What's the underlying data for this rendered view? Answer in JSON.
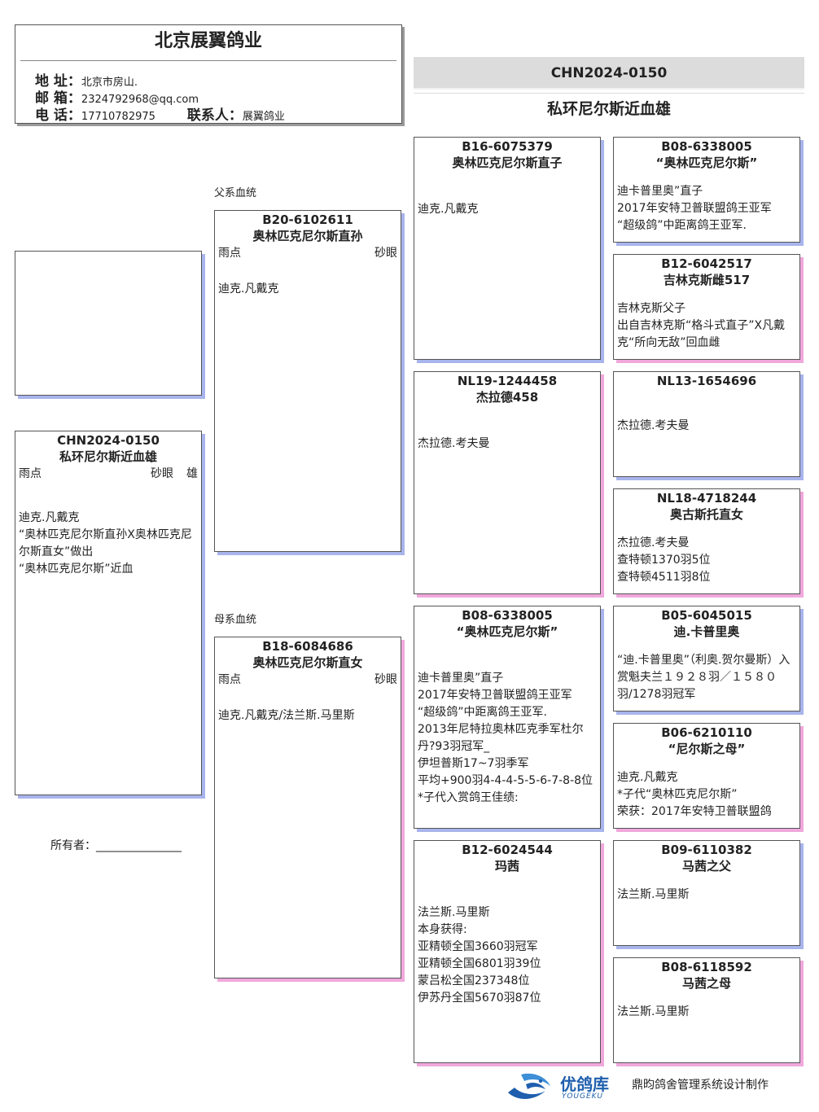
{
  "header": {
    "company": "北京展翼鸽业",
    "address_label": "地 址：",
    "address": "北京市房山.",
    "email_label": "邮 箱：",
    "email": "2324792968@qq.com",
    "phone_label": "电 话：",
    "phone": "17710782975",
    "contact_label": "联系人：",
    "contact": "展翼鸽业"
  },
  "title": {
    "ring": "CHN2024-0150",
    "name": "私环尼尔斯近血雄"
  },
  "labels": {
    "sire_line": "父系血统",
    "dam_line": "母系血统",
    "owner": "所有者：_______________"
  },
  "subject": {
    "ring": "CHN2024-0150",
    "name": "私环尼尔斯近血雄",
    "color": "雨点",
    "eye": "砂眼",
    "sex": "雄",
    "notes": [
      "迪克.凡戴克",
      "“奥林匹克尼尔斯直孙X奥林匹克尼尔斯直女”做出",
      "“奥林匹克尼尔斯”近血"
    ]
  },
  "sire": {
    "ring": "B20-6102611",
    "name": "奥林匹克尼尔斯直孙",
    "color": "雨点",
    "eye": "砂眼",
    "notes": [
      "迪克.凡戴克"
    ]
  },
  "dam": {
    "ring": "B18-6084686",
    "name": "奥林匹克尼尔斯直女",
    "color": "雨点",
    "eye": "砂眼",
    "notes": [
      "迪克.凡戴克/法兰斯.马里斯"
    ]
  },
  "gp": [
    {
      "ring": "B16-6075379",
      "name": "奥林匹克尼尔斯直子",
      "notes": [
        "迪克.凡戴克"
      ]
    },
    {
      "ring": "NL19-1244458",
      "name": "杰拉德458",
      "notes": [
        "杰拉德.考夫曼"
      ]
    },
    {
      "ring": "B08-6338005",
      "name": "“奥林匹克尼尔斯”",
      "notes": [
        "迪卡普里奥”直子",
        "2017年安特卫普联盟鸽王亚军",
        "“超级鸽”中距离鸽王亚军.",
        "2013年尼特拉奥林匹克季军杜尔丹?93羽冠军_",
        "伊坦普斯17~7羽季军",
        "平均+900羽4-4-4-5-5-6-7-8-8位",
        "*子代入赏鸽王佳绩:"
      ]
    },
    {
      "ring": "B12-6024544",
      "name": "玛茜",
      "notes": [
        "法兰斯.马里斯",
        "本身获得:",
        "亚精顿全国3660羽冠军",
        "亚精顿全国6801羽39位",
        "蒙吕松全国237348位",
        "伊苏丹全国5670羽87位"
      ]
    }
  ],
  "ggp": [
    {
      "ring": "B08-6338005",
      "name": "“奥林匹克尼尔斯”",
      "notes": [
        "迪卡普里奥”直子",
        "2017年安特卫普联盟鸽王亚军",
        "“超级鸽”中距离鸽王亚军."
      ]
    },
    {
      "ring": "B12-6042517",
      "name": "吉林克斯雌517",
      "notes": [
        "吉林克斯父子",
        "出自吉林克斯“格斗式直子”X凡戴克“所向无敌”回血雌"
      ]
    },
    {
      "ring": "NL13-1654696",
      "name": "",
      "notes": [
        "杰拉德.考夫曼"
      ]
    },
    {
      "ring": "NL18-4718244",
      "name": "奥古斯托直女",
      "notes": [
        "杰拉德.考夫曼",
        "查特顿1370羽5位",
        "查特顿4511羽8位"
      ]
    },
    {
      "ring": "B05-6045015",
      "name": "迪.卡普里奥",
      "notes": [
        "“迪.卡普里奥”（利奥.贺尔曼斯）入赏魁夫兰１９２８羽／１５８０羽/1278羽冠军"
      ]
    },
    {
      "ring": "B06-6210110",
      "name": "“尼尔斯之母”",
      "notes": [
        "迪克.凡戴克",
        "*子代“奥林匹克尼尔斯”",
        "荣获：2017年安特卫普联盟鸽"
      ]
    },
    {
      "ring": "B09-6110382",
      "name": "马茜之父",
      "notes": [
        "法兰斯.马里斯"
      ]
    },
    {
      "ring": "B08-6118592",
      "name": "马茜之母",
      "notes": [
        "法兰斯.马里斯"
      ]
    }
  ],
  "footer": {
    "logo_cn": "优鸽库",
    "logo_en": "YOUGEKU",
    "credit": "鼎昀鸽舍管理系统设计制作"
  },
  "colors": {
    "shadow_blue": "#a8b4ec",
    "shadow_pink": "#f0a8dc",
    "title_bar": "#dcdcdc",
    "logo_blue": "#1f5fae"
  }
}
